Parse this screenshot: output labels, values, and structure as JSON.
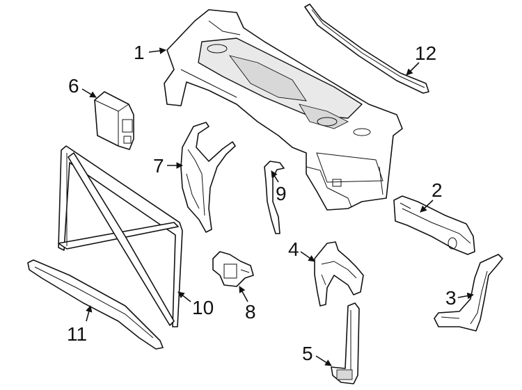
{
  "callouts": [
    "1",
    "2",
    "3",
    "4",
    "5",
    "6",
    "7",
    "8",
    "9",
    "10",
    "11",
    "12"
  ],
  "colors": {
    "line": "#111111",
    "fill": "#ffffff",
    "shade": "#e9e9e9"
  }
}
